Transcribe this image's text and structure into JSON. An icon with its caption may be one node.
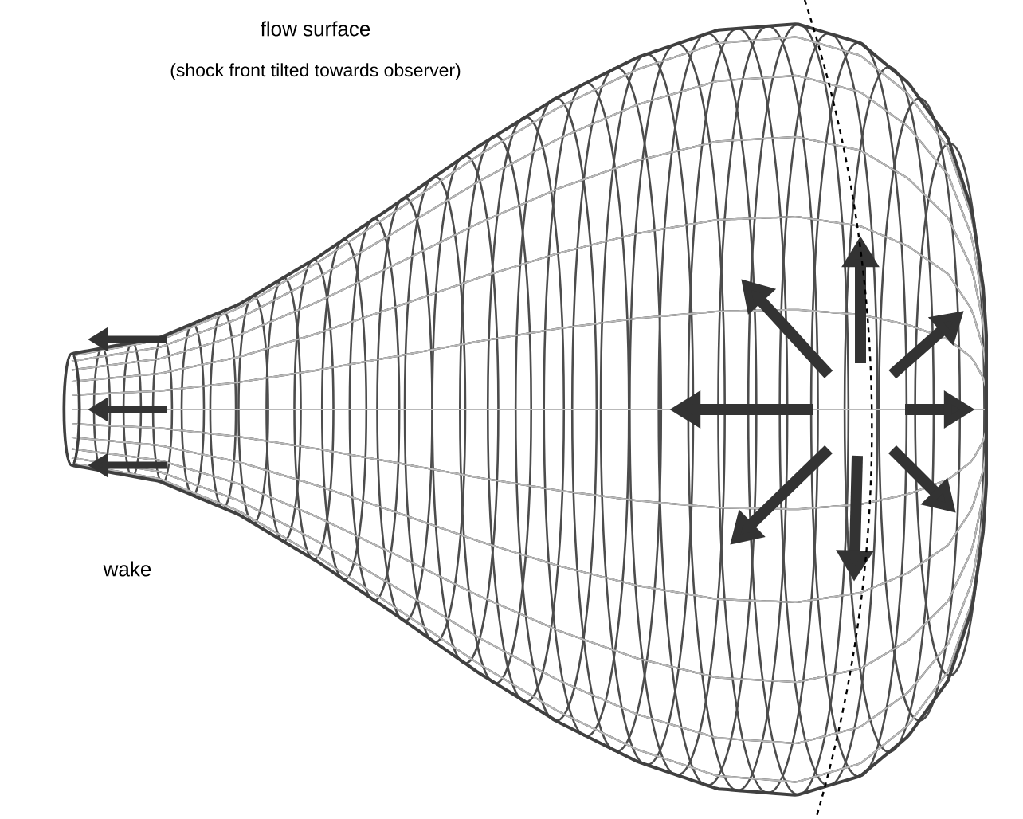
{
  "diagram": {
    "labels": [
      "flow surface",
      "(shock front tilted towards observer)",
      "wake"
    ]
  }
}
